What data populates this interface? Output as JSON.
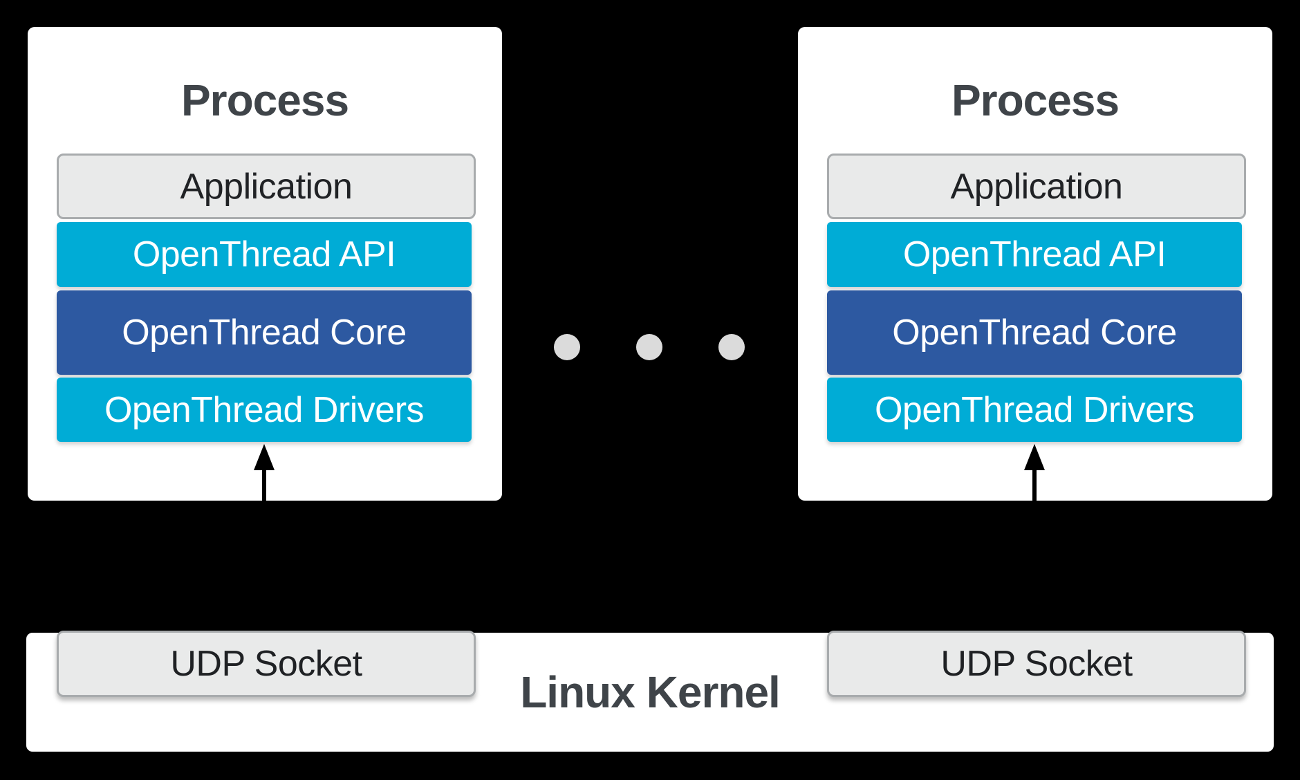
{
  "diagram": {
    "background": "#000000",
    "description": "OpenThread POSIX architecture: processes stacked on Linux Kernel UDP sockets"
  },
  "colors": {
    "accent_cyan": "#00ACD6",
    "accent_blue": "#2D59A1",
    "panel_white": "#FFFFFF",
    "gray_box_fill": "#E9EAEA",
    "gray_box_border": "#A8ABAD",
    "title_text": "#3F4449",
    "layer_text_light": "#FFFFFF",
    "gray_box_text": "#202225",
    "dot_color": "#DBDBDB",
    "arrow_color": "#000000"
  },
  "processes": [
    {
      "title": "Process",
      "layers": [
        {
          "label": "Application",
          "style": "gray"
        },
        {
          "label": "OpenThread API",
          "style": "cyan"
        },
        {
          "label": "OpenThread Core",
          "style": "blue"
        },
        {
          "label": "OpenThread Drivers",
          "style": "cyan"
        }
      ]
    },
    {
      "title": "Process",
      "layers": [
        {
          "label": "Application",
          "style": "gray"
        },
        {
          "label": "OpenThread API",
          "style": "cyan"
        },
        {
          "label": "OpenThread Core",
          "style": "blue"
        },
        {
          "label": "OpenThread Drivers",
          "style": "cyan"
        }
      ]
    }
  ],
  "ellipsis": {
    "dot_count": 3
  },
  "kernel": {
    "label": "Linux Kernel",
    "sockets": [
      {
        "label": "UDP Socket"
      },
      {
        "label": "UDP Socket"
      }
    ]
  }
}
